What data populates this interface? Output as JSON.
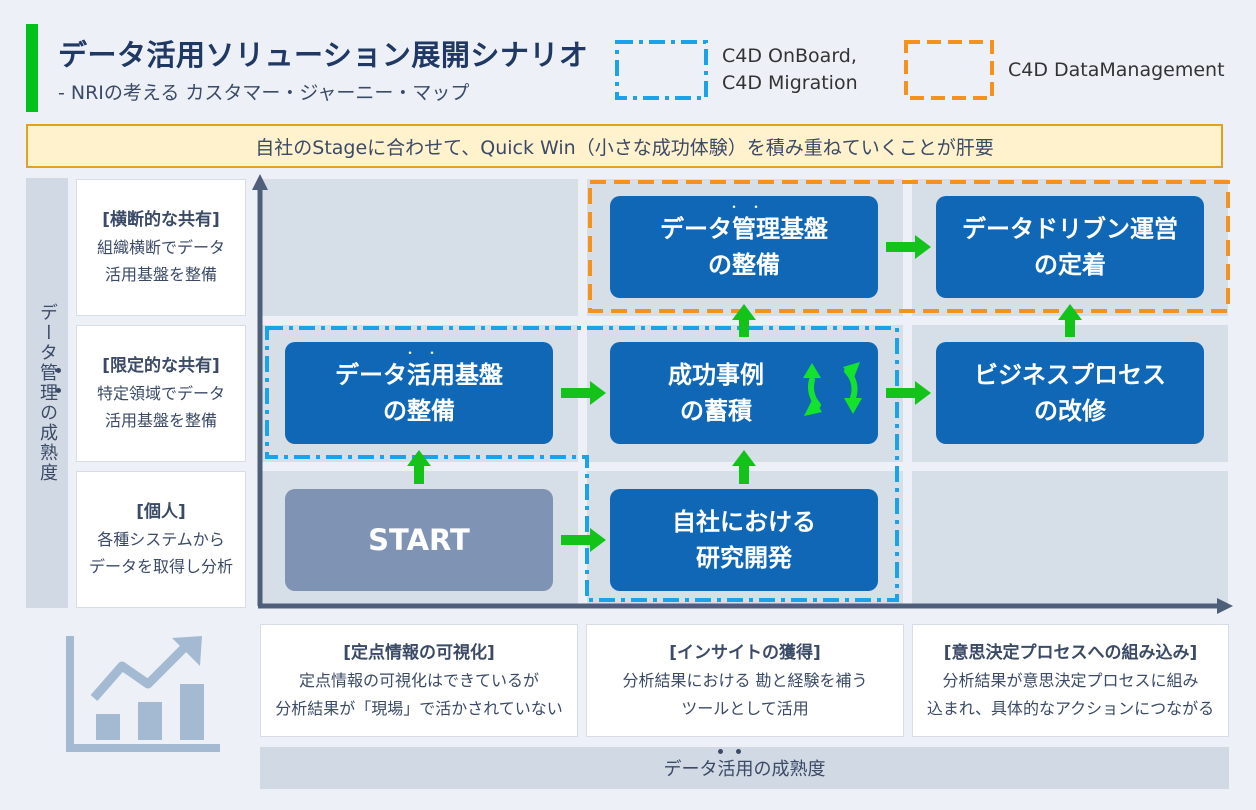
{
  "header": {
    "title": "データ活用ソリューション展開シナリオ",
    "subtitle": "- NRIの考える カスタマー・ジャーニー・マップ"
  },
  "legend": {
    "blue_line1": "C4D OnBoard,",
    "blue_line2": "C4D Migration",
    "orange": "C4D DataManagement"
  },
  "banner": "自社のStageに合わせて、Quick Win（小さな成功体験）を積み重ねていくことが肝要",
  "y_axis": {
    "label": "データ管理の成熟度"
  },
  "rows": [
    {
      "title": "[横断的な共有]",
      "line1": "組織横断でデータ",
      "line2": "活用基盤を整備"
    },
    {
      "title": "[限定的な共有]",
      "line1": "特定領域でデータ",
      "line2": "活用基盤を整備"
    },
    {
      "title": "[個人]",
      "line1": "各種システムから",
      "line2": "データを取得し分析"
    }
  ],
  "boxes": {
    "dm_line1": "データ管理基盤",
    "dm_line2": "の整備",
    "dd_line1": "データドリブン運営",
    "dd_line2": "の定着",
    "du_line1": "データ活用基盤",
    "du_line2": "の整備",
    "sc_line1": "成功事例",
    "sc_line2": "の蓄積",
    "bp_line1": "ビジネスプロセス",
    "bp_line2": "の改修",
    "start": "START",
    "rd_line1": "自社における",
    "rd_line2": "研究開発"
  },
  "emphasis_dots": "・・",
  "columns": [
    {
      "title": "[定点情報の可視化]",
      "line1": "定点情報の可視化はできているが",
      "line2": "分析結果が「現場」で活かされていない"
    },
    {
      "title": "[インサイトの獲得]",
      "line1": "分析結果における 勘と経験を補う",
      "line2": "ツールとして活用"
    },
    {
      "title": "[意思決定プロセスへの組み込み]",
      "line1": "分析結果が意思決定プロセスに組み",
      "line2": "込まれ、具体的なアクションにつながる"
    }
  ],
  "x_axis": {
    "label": "データ活用の成熟度"
  },
  "icons": {
    "chart": "growth-chart-icon",
    "cycle": "cycle-arrows-icon"
  },
  "colors": {
    "accent_green": "#00c21a",
    "box_blue": "#0f67b6",
    "start_gray": "#7f93b5",
    "legend_blue": "#1aa3e8",
    "legend_orange": "#f5921e",
    "arrow_green": "#14c31a",
    "axis": "#4e5f7a",
    "icon": "#a4bad3"
  }
}
